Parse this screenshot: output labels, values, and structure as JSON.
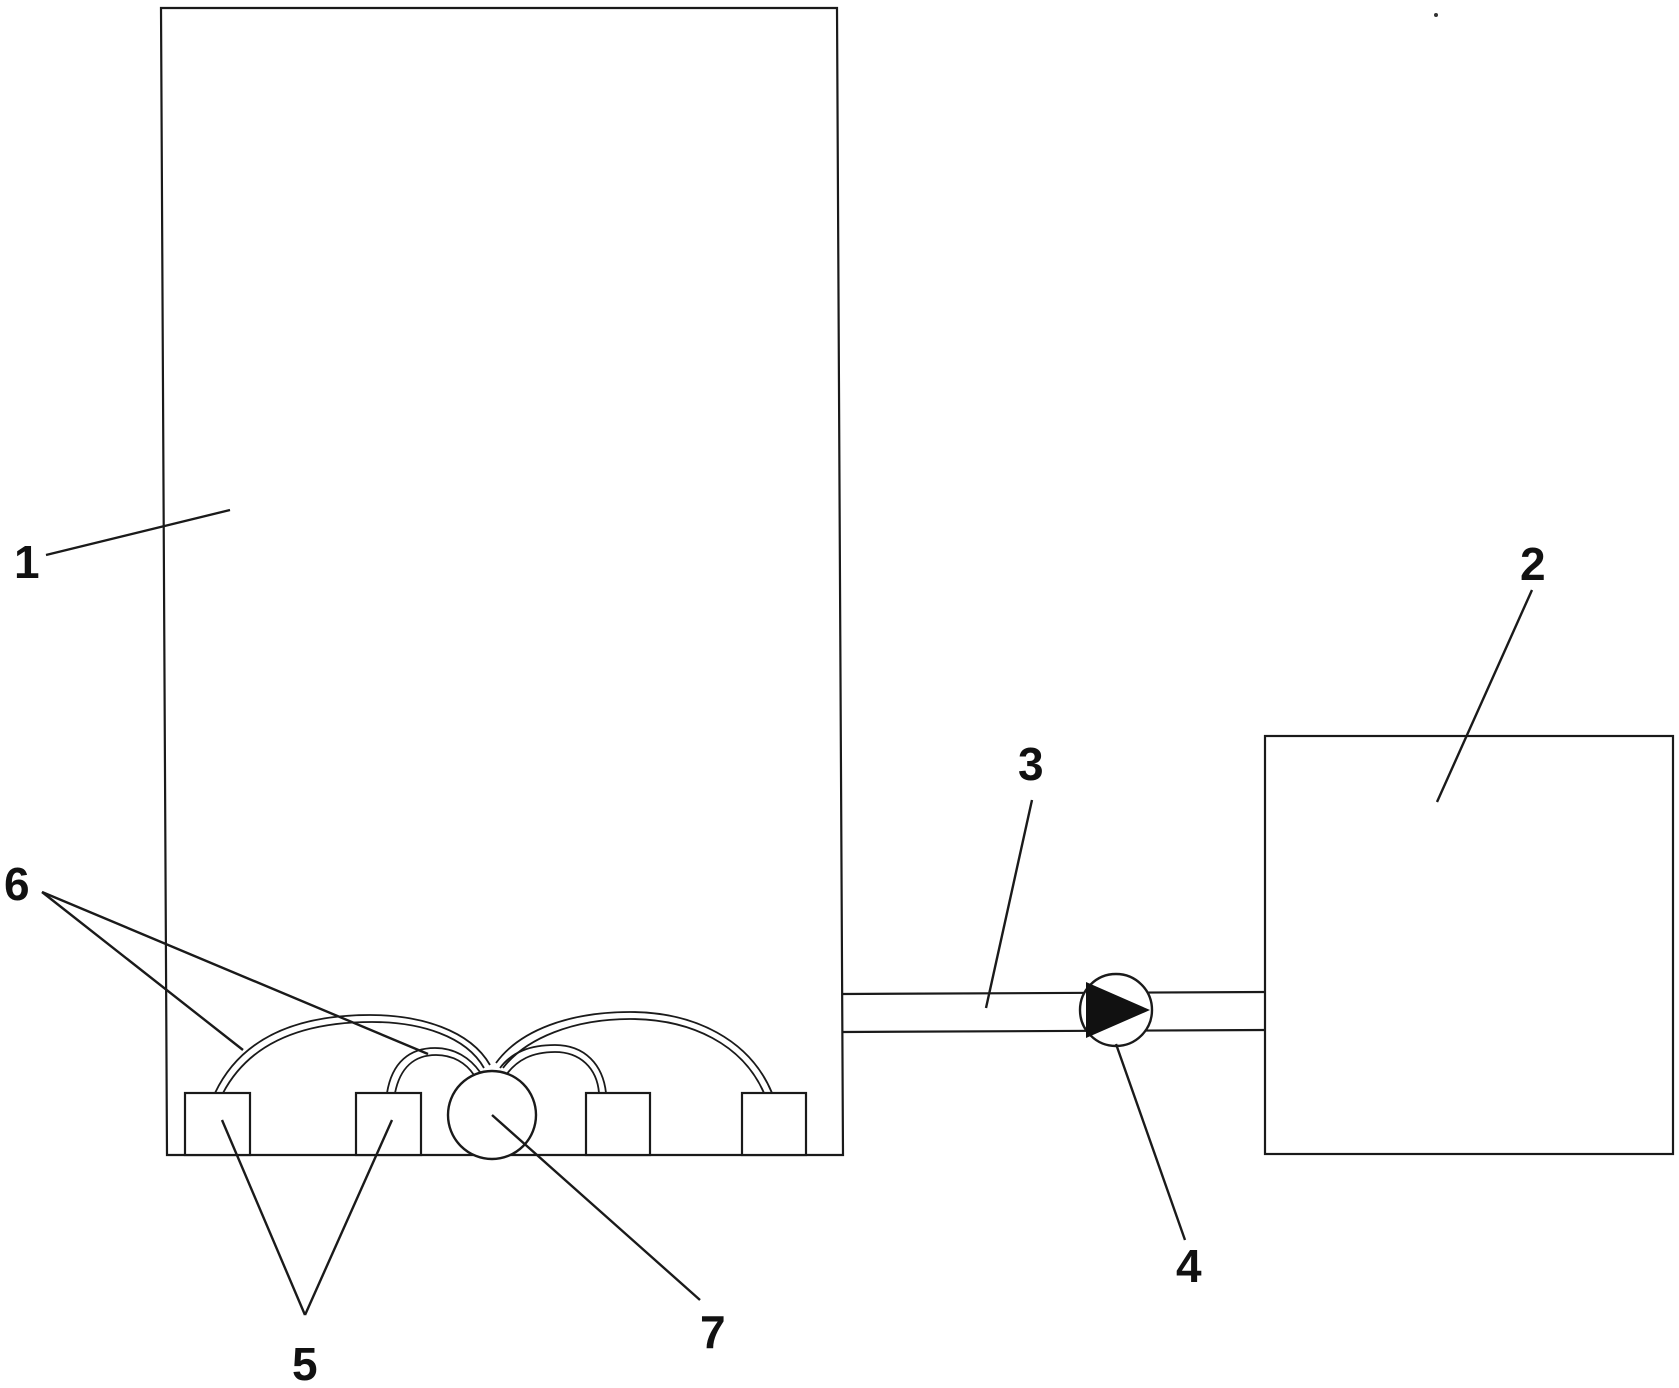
{
  "labels": {
    "tank": "1",
    "box": "2",
    "pipe": "3",
    "pump": "4",
    "blocks": "5",
    "wires": "6",
    "ball": "7"
  }
}
